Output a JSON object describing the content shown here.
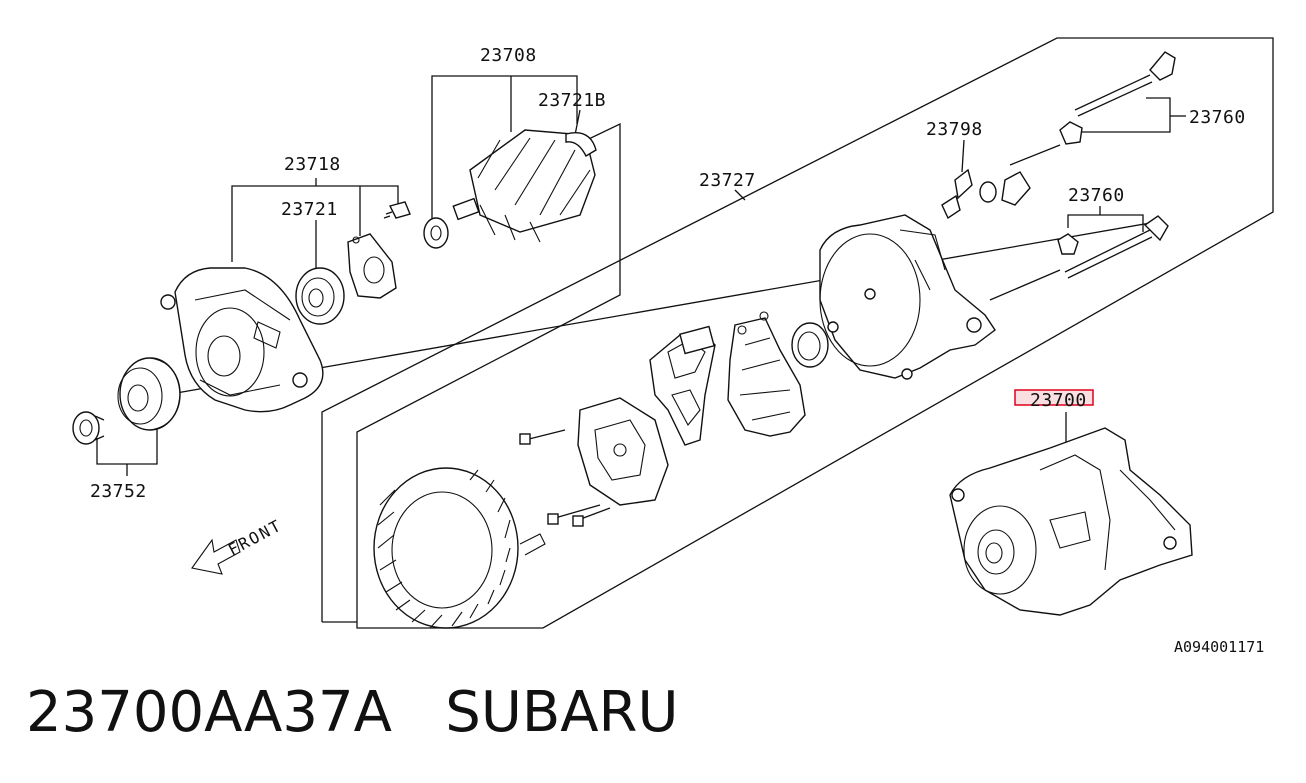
{
  "diagram": {
    "labels": {
      "p23708": "23708",
      "p23721B": "23721B",
      "p23718": "23718",
      "p23721": "23721",
      "p23727": "23727",
      "p23798": "23798",
      "p23760a": "23760",
      "p23760b": "23760",
      "p23700": "23700",
      "p23752": "23752",
      "front": "FRONT"
    },
    "figure_code": "A094001171",
    "highlight_color": "#e0001b"
  },
  "caption": {
    "part_number": "23700AA37A",
    "brand": "SUBARU"
  }
}
